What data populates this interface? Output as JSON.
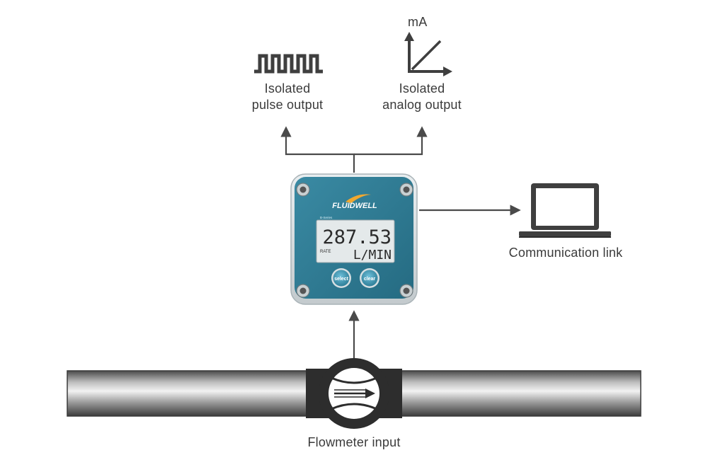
{
  "outputs": {
    "pulse": {
      "line1": "Isolated",
      "line2": "pulse output",
      "icon": "square-wave-icon"
    },
    "analog": {
      "line1": "Isolated",
      "line2": "analog output",
      "unit": "mA",
      "icon": "analog-ramp-icon"
    }
  },
  "device": {
    "brand": "FLUIDWELL",
    "series": "B-Series",
    "display_value": "287.53",
    "display_flag": "RATE",
    "display_unit": "L/MIN",
    "button_select": "select",
    "button_clear": "clear"
  },
  "communication": {
    "label": "Communication link",
    "icon": "laptop-icon"
  },
  "flowmeter": {
    "label": "Flowmeter input",
    "icon": "flowmeter-icon"
  },
  "colors": {
    "line": "#4a4a4a",
    "device_teal": "#2f7c94",
    "lcd_bg": "#e4e9ea",
    "pipe_mid": "#8e8e8e"
  }
}
